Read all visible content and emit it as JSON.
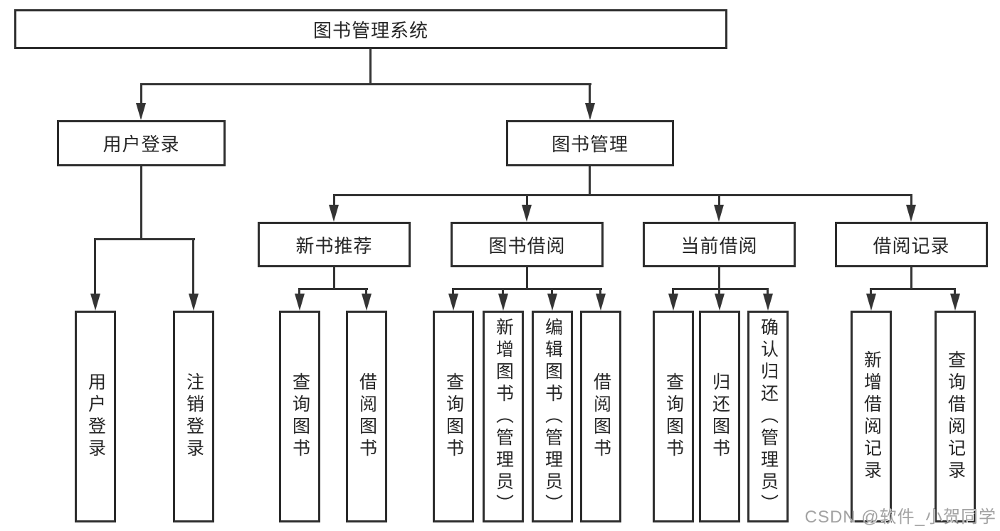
{
  "diagram": {
    "root": {
      "label": "图书管理系统"
    },
    "level2": [
      {
        "label": "用户登录"
      },
      {
        "label": "图书管理"
      }
    ],
    "level3": [
      {
        "label": "新书推荐"
      },
      {
        "label": "图书借阅"
      },
      {
        "label": "当前借阅"
      },
      {
        "label": "借阅记录"
      }
    ],
    "leaves": [
      {
        "label": "用户登录"
      },
      {
        "label": "注销登录"
      },
      {
        "label": "查询图书"
      },
      {
        "label": "借阅图书"
      },
      {
        "label": "查询图书"
      },
      {
        "label": "新增图书（管理员）"
      },
      {
        "label": "编辑图书（管理员）"
      },
      {
        "label": "借阅图书"
      },
      {
        "label": "查询图书"
      },
      {
        "label": "归还图书"
      },
      {
        "label": "确认归还（管理员）"
      },
      {
        "label": "新增借阅记录"
      },
      {
        "label": "查询借阅记录"
      }
    ]
  },
  "watermark": {
    "text": "CSDN @软件_小贺同学"
  },
  "colors": {
    "line": "#343434",
    "border": "#2e2e2e",
    "text": "#262626",
    "background": "#ffffff",
    "watermark": "#a3a3a3"
  }
}
